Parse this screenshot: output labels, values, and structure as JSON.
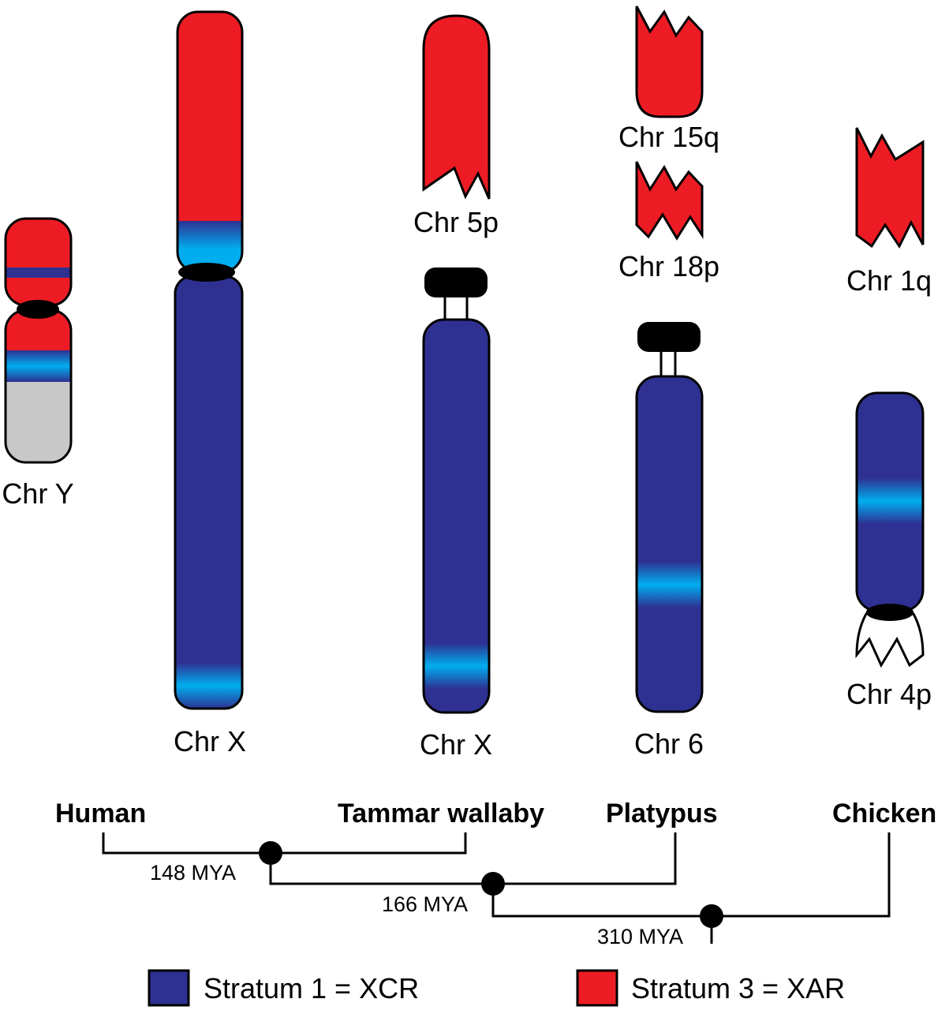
{
  "colors": {
    "xcr": "#2E3192",
    "xar": "#ED1C24",
    "band": "#00AEEF",
    "centromere": "#000000",
    "y_grey": "#C8C8C8"
  },
  "chromosomes": [
    {
      "label": "Chr Y"
    },
    {
      "label": "Chr X"
    },
    {
      "label": "Chr 5p"
    },
    {
      "label": "Chr X"
    },
    {
      "label": "Chr 15q"
    },
    {
      "label": "Chr 18p"
    },
    {
      "label": "Chr 6"
    },
    {
      "label": "Chr 1q"
    },
    {
      "label": "Chr 4p"
    }
  ],
  "tree": {
    "species": [
      "Human",
      "Tammar wallaby",
      "Platypus",
      "Chicken"
    ],
    "nodes": [
      "148 MYA",
      "166 MYA",
      "310 MYA"
    ]
  },
  "legend": [
    {
      "label": "Stratum 1 = XCR",
      "color": "#2E3192"
    },
    {
      "label": "Stratum 3 = XAR",
      "color": "#ED1C24"
    }
  ]
}
